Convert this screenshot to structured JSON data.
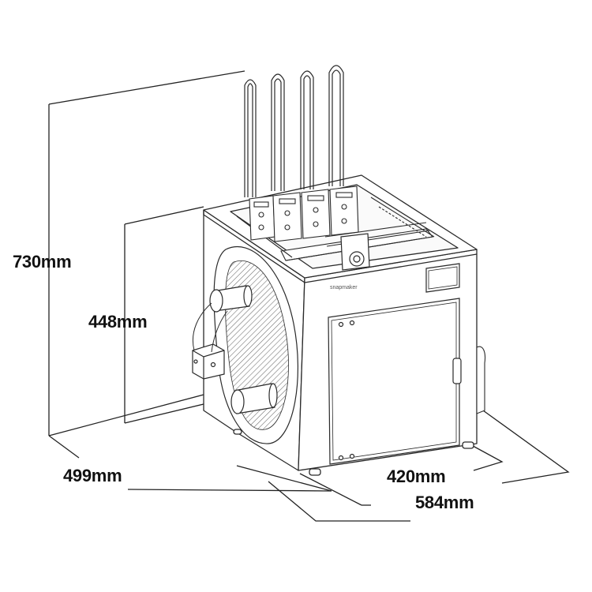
{
  "dimensions": {
    "height_total": "730mm",
    "height_body": "448mm",
    "depth": "499mm",
    "width_body": "420mm",
    "width_total": "584mm"
  },
  "brand_label": "snapmaker",
  "colors": {
    "line": "#2a2a2a",
    "guide": "#222222",
    "hatch": "#6a6a6a",
    "background": "#ffffff"
  }
}
